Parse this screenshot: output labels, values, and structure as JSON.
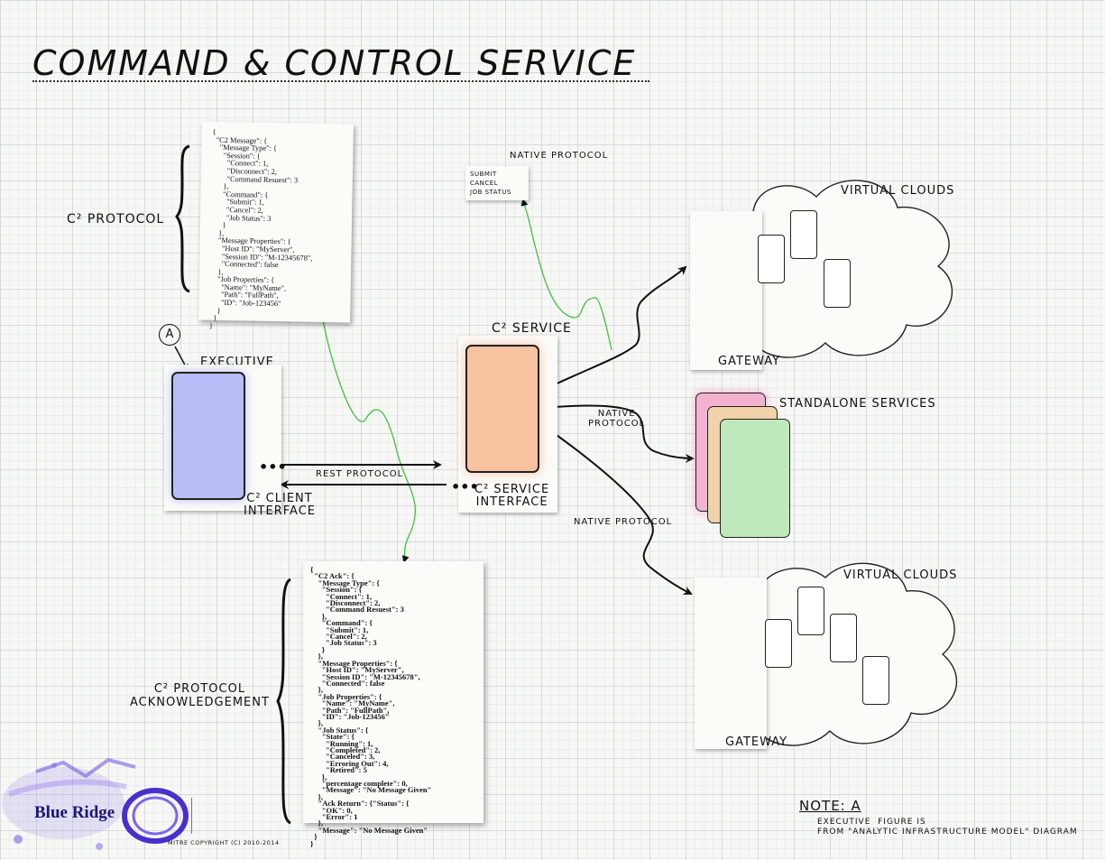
{
  "title": "COMMAND & CONTROL SERVICE",
  "labels": {
    "c2_protocol": "C² PROTOCOL",
    "executive": "EXECUTIVE",
    "marker_a": "A",
    "client_interface": "C² CLIENT\nINTERFACE",
    "rest_protocol": "REST PROTOCOL",
    "c2_service": "C² SERVICE",
    "service_interface": "C² SERVICE\nINTERFACE",
    "native_protocol_top": "NATIVE PROTOCOL",
    "native_protocol_mid": "NATIVE\nPROTOCOL",
    "native_protocol_low": "NATIVE PROTOCOL",
    "submit_list": "SUBMIT\nCANCEL\nJOB STATUS",
    "virtual_clouds_top": "VIRTUAL CLOUDS",
    "gateway_top": "GATEWAY",
    "standalone_services": "STANDALONE SERVICES",
    "virtual_clouds_bottom": "VIRTUAL CLOUDS",
    "gateway_bottom": "GATEWAY",
    "c2_ack": "C² PROTOCOL\nACKNOWLEDGEMENT",
    "note_title": "NOTE: A",
    "note_text": "EXECUTIVE  FIGURE IS\nFROM \"ANALYTIC INFRASTRUCTURE MODEL\" DIAGRAM",
    "logo_text": "Blue Ridge",
    "copyright": "MITRE COPYRIGHT (C) 2010-2014"
  },
  "message_doc": "{\n  \"C2 Message\": {\n    \"Message Type\": {\n      \"Session\": {\n        \"Connect\": 1,\n        \"Disconnect\": 2,\n        \"Command Resuest\": 3\n      },\n      \"Command\": {\n        \"Submit\": 1,\n        \"Cancel\": 2,\n        \"Job Status\": 3\n      }\n    },\n    \"Message Properties\": {\n      \"Host ID\": \"MyServer\",\n      \"Session ID\": \"M-12345678\",\n      \"Connected\": false\n    },\n    \"Job Properties\": {\n      \"Name\": \"MyName\",\n      \"Path\": \"FullPath\",\n      \"ID\": \"Job-123456\"\n    }\n  }\n}",
  "ack_doc": "{\n  \"C2 Ack\": {\n    \"Message Type\": {\n      \"Session\": {\n        \"Connect\": 1,\n        \"Disconnect\": 2,\n        \"Command Resuest\": 3\n      },\n      \"Command\": {\n        \"Submit\": 1,\n        \"Cancel\": 2,\n        \"Job Status\": 3\n      }\n    },\n    \"Message Properties\": {\n      \"Host ID\": \"MyServer\",\n      \"Session ID\": \"M-12345678\",\n      \"Connected\": false\n    },\n    \"Job Properties\": {\n      \"Name\": \"MyName\",\n      \"Path\": \"FullPath\",\n      \"ID\": \"Job-123456\"\n    },\n    \"Job Status\": {\n      \"State\": {\n        \"Running\": 1,\n        \"Completed\": 2,\n        \"Canceled\": 3,\n        \"Erroring Out\": 4,\n        \"Retired\": 5\n      },\n      \"percentage complete\": 0,\n      \"Message\": \"No Message Given\"\n    },\n    \"Ack Return\": {\"Status\": {\n      \"OK\": 0,\n      \"Error\": 1\n    },\n    \"Message\": \"No Message Given\"\n  }\n}",
  "colors": {
    "executive_fill": "#b9bdf7",
    "service_fill": "#f6c2a0",
    "standalone_pink": "#f3b2cf",
    "standalone_orange": "#f2d2a8",
    "standalone_green": "#bfe8bb",
    "green_line": "#44c23d",
    "logo_purple": "#5a3bd6"
  }
}
